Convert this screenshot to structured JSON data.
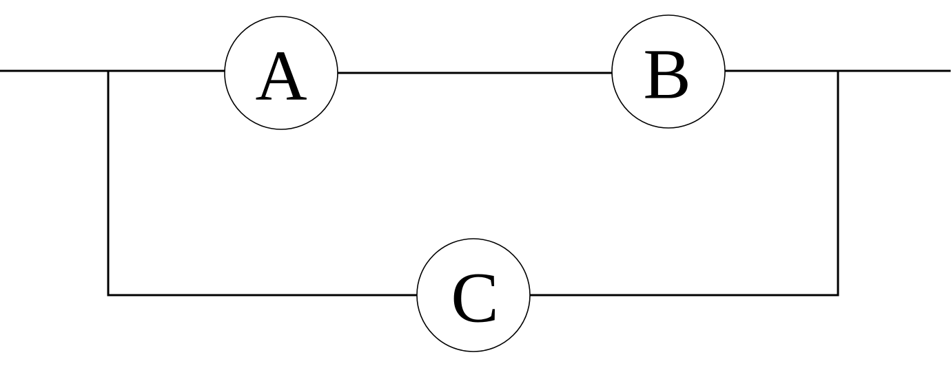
{
  "diagram": {
    "nodes": [
      {
        "id": "A",
        "label": "A"
      },
      {
        "id": "B",
        "label": "B"
      },
      {
        "id": "C",
        "label": "C"
      }
    ]
  },
  "colors": {
    "line": "#000000",
    "background": "#ffffff"
  }
}
